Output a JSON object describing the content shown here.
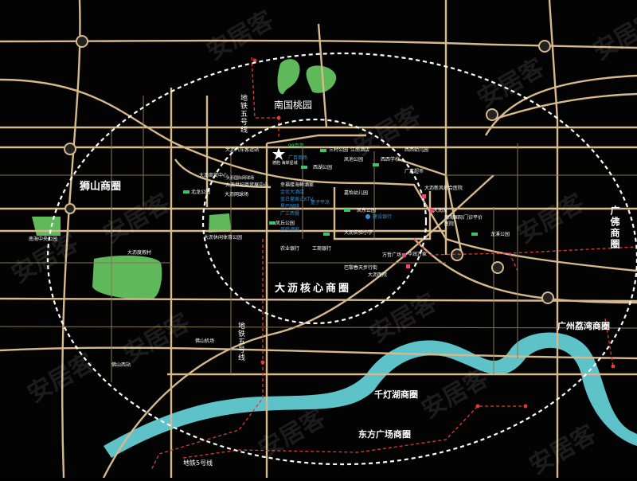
{
  "parks": {
    "nanguo": "南国桃园",
    "taoyuan_left": "",
    "dali_sports": "大沥休闲体育公园"
  },
  "districts": {
    "shishan": "狮山商圈",
    "dali_core": "大沥核心商圈",
    "guangfo": "广佛商圈",
    "lizhiwan": "广州荔湾商圈",
    "qiandenghu": "千灯湖商圈",
    "dongfang": "东方广场商圈"
  },
  "metro": {
    "line5_north": "地铁五号线",
    "line5_mid": "地铁五号线",
    "line5_south": "地铁5号线"
  },
  "pois": {
    "project": "德胜·海岸星城",
    "f99": "99百货",
    "guangfang": "广百商场",
    "sancun": "三村公园",
    "jiangnan": "江南酒店",
    "fengchi_park": "凤池公园",
    "xixi_kindergarten": "西西幼儿园",
    "xixi_school": "西西学校",
    "guangjia": "广嘉超市",
    "xihu_park": "西湖公园",
    "xingfu": "幸福楼海鲜酒家",
    "jinyou": "金优大酒店",
    "ktv": "蓝白量贩式KTV",
    "xingbake": "星巴咖啡",
    "guangsan": "广三西餐",
    "dongshi": "董子平凉",
    "fengdong": "凤东公园",
    "jianbang": "建设银行",
    "jiafu": "嘉怡幼儿园",
    "dali_shiyan": "大沥实验小学",
    "fengqiu": "凤丘公园",
    "fengyu": "凤鸣酒家",
    "nongye": "农业银行",
    "gongshang": "工商银行",
    "wanzhe": "万哲广场",
    "huarun": "华润万家",
    "bali": "巴黎春天步行街",
    "dali_hospital": "大沥医院",
    "dali_car": "大沥汽车客运站",
    "dali_bus": "大沥商贸中心",
    "dali_tennis": "大沥网球场",
    "dali_huixin": "大沥世纪商贸展中心",
    "dali_world": "大沥国际网球场",
    "beilong": "北龙公园",
    "nanhai_center": "南海中央公园",
    "dali_xinfeng": "大沥新风综合医院",
    "dahu": "大润发",
    "nanhai_hospital": "南海国际门诊平价医院",
    "longbo": "龙溪公园",
    "dali_huigu": "大沥度假村",
    "foshan_west": "佛山机场",
    "foshan_station": "佛山西站"
  },
  "watermark": "安居客",
  "colors": {
    "road": "#d6b98c",
    "river": "#5ec3c8",
    "park": "#5fb85a",
    "metro": "#e03a3a",
    "ring": "#ffffff",
    "label_blue": "#2f8fd8"
  }
}
